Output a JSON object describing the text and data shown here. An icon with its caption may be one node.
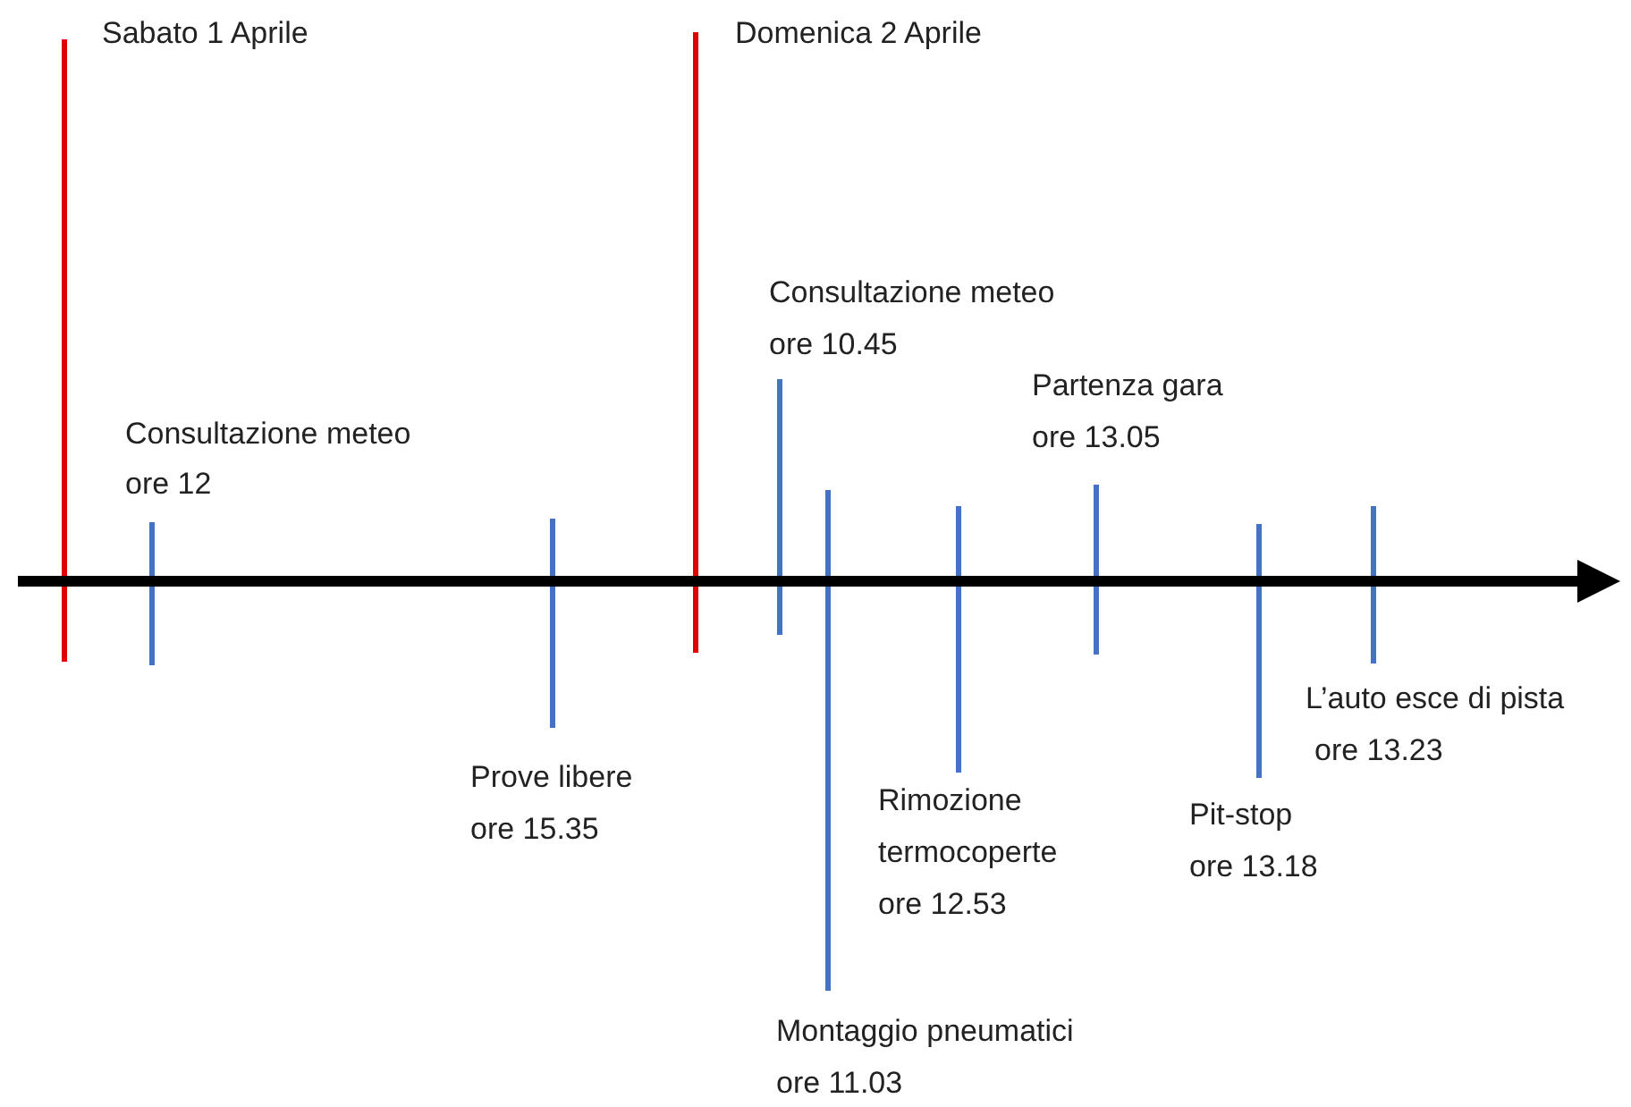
{
  "diagram": {
    "labels": [
      "Sabato 1 Aprile",
      "Consultazione meteo",
      "ore 12",
      "Prove libere",
      "ore 15.35",
      "Domenica 2 Aprile",
      "Consultazione meteo",
      "ore 10.45",
      "Montaggio pneumatici",
      "ore 11.03",
      "Rimozione termocoperte",
      "ore 12.53",
      "Partenza gara",
      "ore 13.05",
      "Pit-stop",
      "ore 13.18",
      "L’auto esce di pista",
      "ore 13.23"
    ]
  }
}
